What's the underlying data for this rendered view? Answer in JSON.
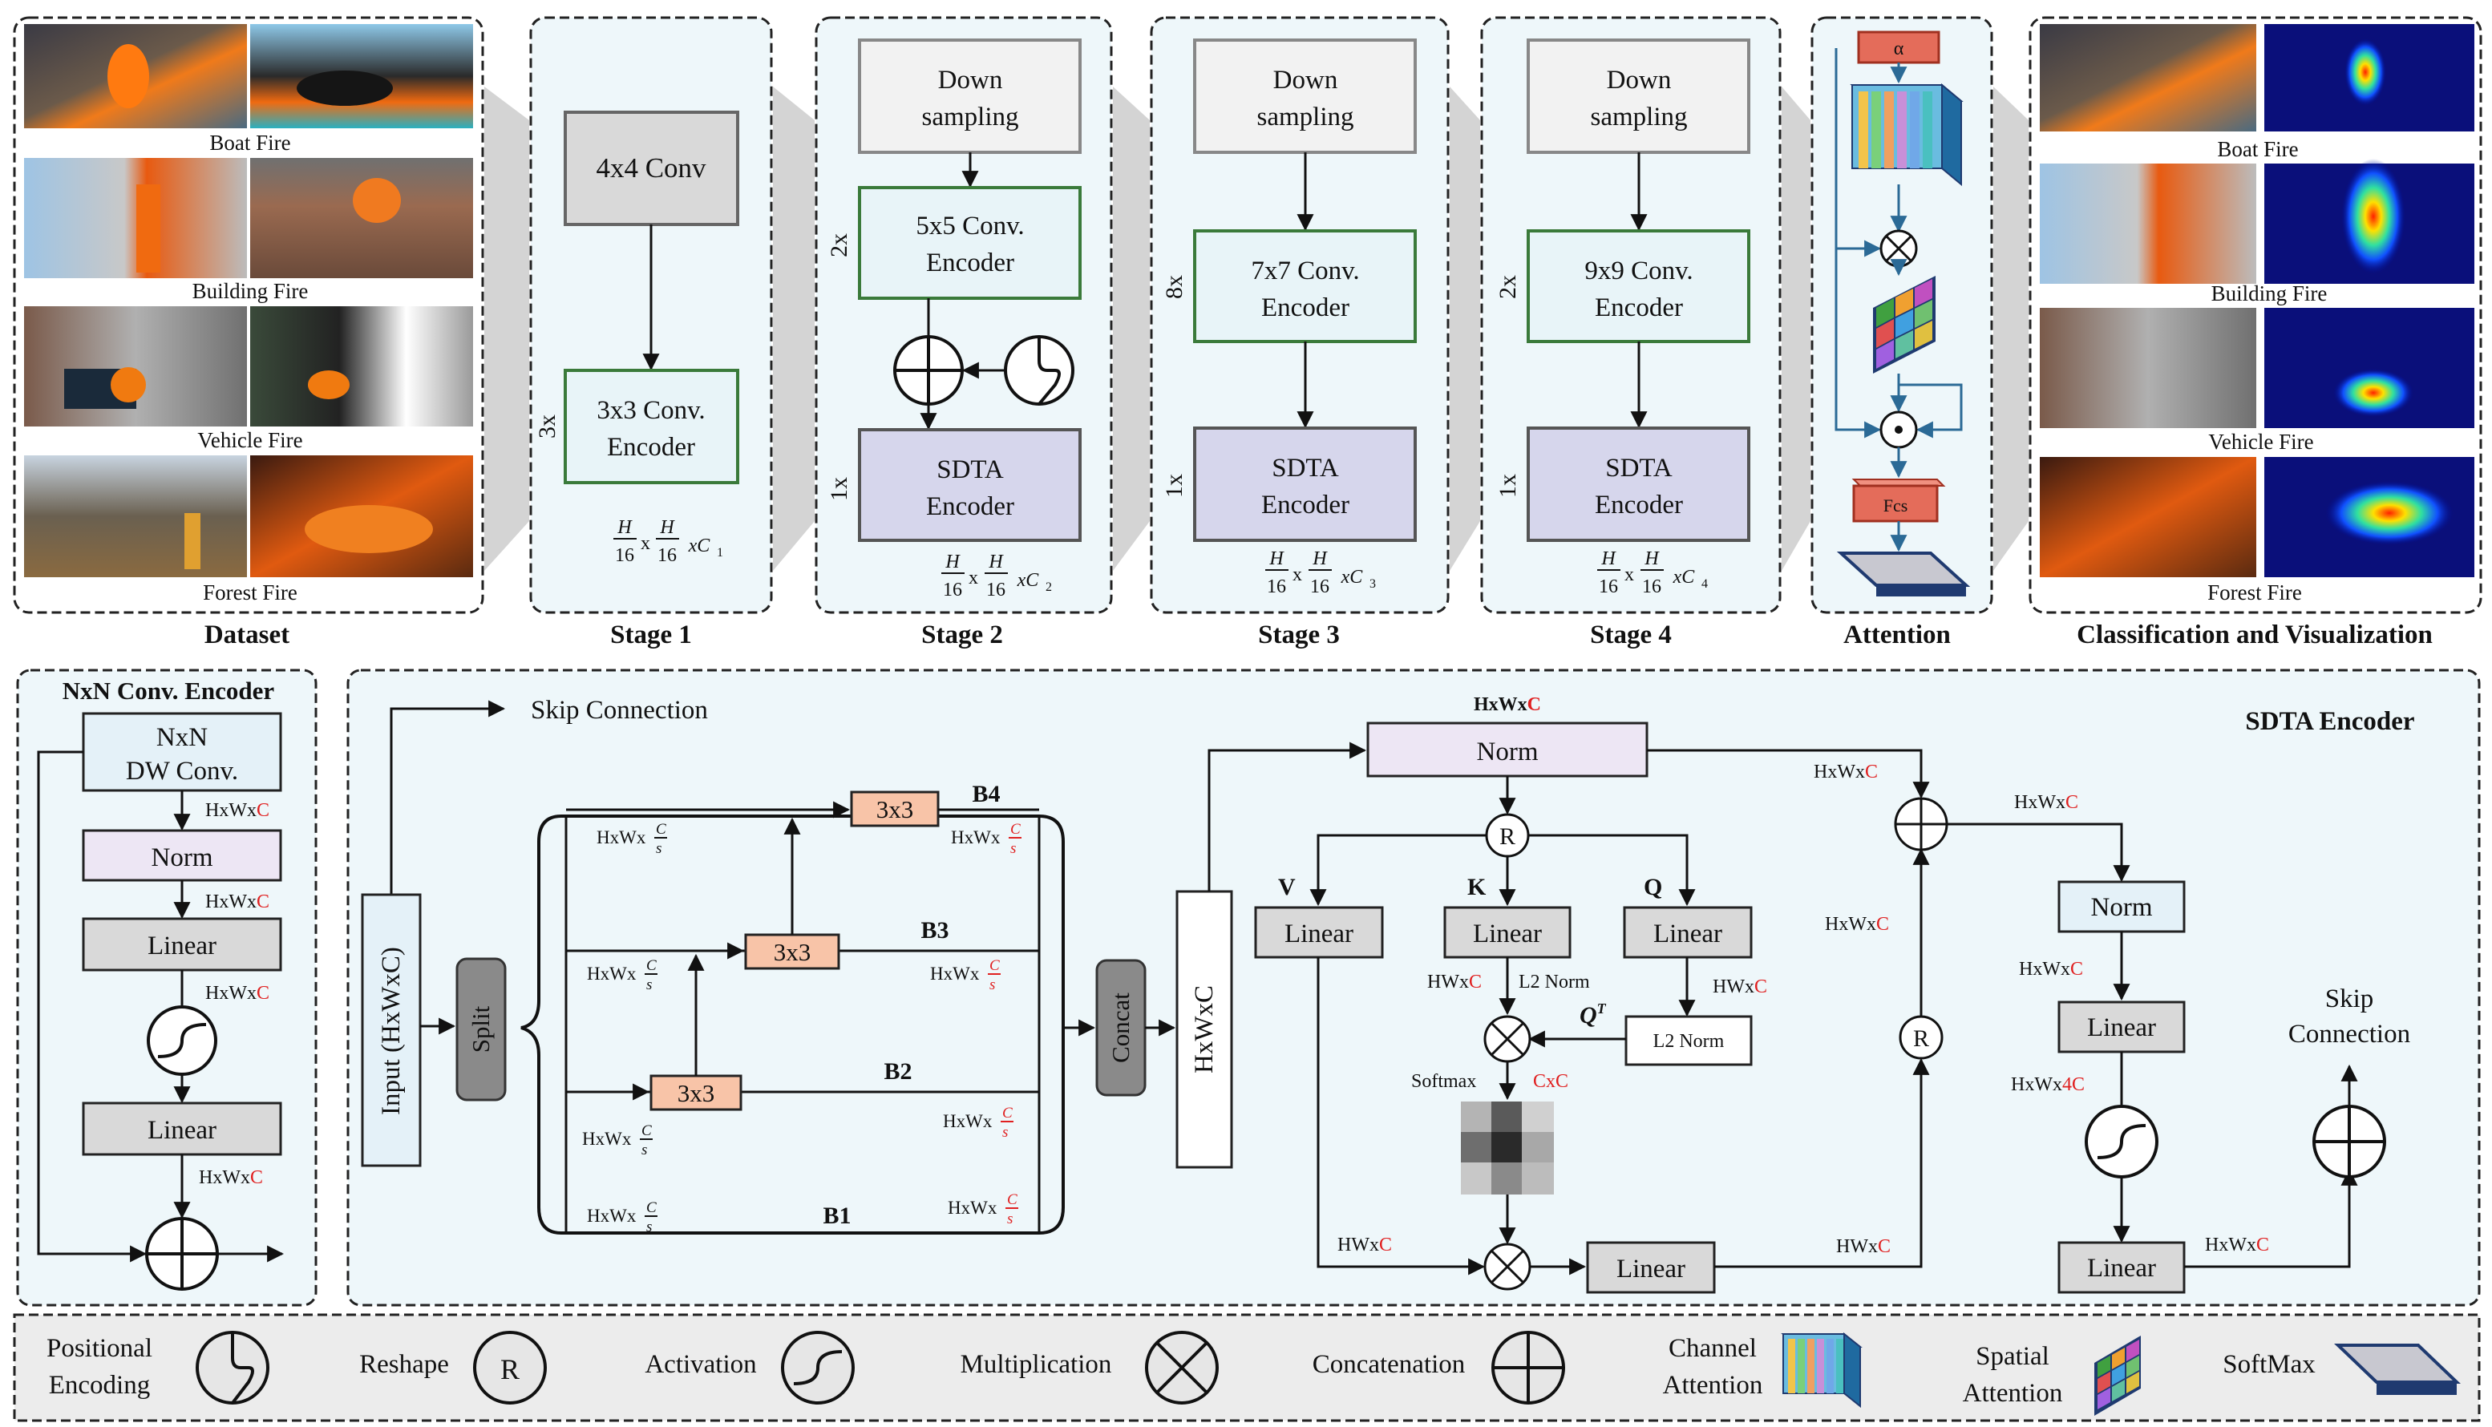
{
  "dataset": {
    "title": "Dataset",
    "items": [
      {
        "label": "Boat Fire"
      },
      {
        "label": "Building Fire"
      },
      {
        "label": "Vehicle Fire"
      },
      {
        "label": "Forest Fire"
      }
    ]
  },
  "stage1": {
    "title": "Stage 1",
    "conv": "4x4 Conv",
    "enc_line1": "3x3 Conv.",
    "enc_line2": "Encoder",
    "repeat": "3x",
    "dim_sub": "1"
  },
  "stage2": {
    "title": "Stage 2",
    "down_line1": "Down",
    "down_line2": "sampling",
    "enc_line1": "5x5 Conv.",
    "enc_line2": "Encoder",
    "repeat_enc": "2x",
    "sdta_line1": "SDTA",
    "sdta_line2": "Encoder",
    "repeat_sdta": "1x",
    "dim_sub": "2"
  },
  "stage3": {
    "title": "Stage 3",
    "down_line1": "Down",
    "down_line2": "sampling",
    "enc_line1": "7x7 Conv.",
    "enc_line2": "Encoder",
    "repeat_enc": "8x",
    "sdta_line1": "SDTA",
    "sdta_line2": "Encoder",
    "repeat_sdta": "1x",
    "dim_sub": "3"
  },
  "stage4": {
    "title": "Stage 4",
    "down_line1": "Down",
    "down_line2": "sampling",
    "enc_line1": "9x9 Conv.",
    "enc_line2": "Encoder",
    "repeat_enc": "2x",
    "sdta_line1": "SDTA",
    "sdta_line2": "Encoder",
    "repeat_sdta": "1x",
    "dim_sub": "4"
  },
  "dim": {
    "h": "H",
    "den": "16",
    "x": "x",
    "xc": "xC"
  },
  "attention": {
    "title": "Attention",
    "alpha": "α",
    "fcs": "Fcs"
  },
  "classification": {
    "title": "Classification and Visualization",
    "items": [
      {
        "label": "Boat Fire"
      },
      {
        "label": "Building Fire"
      },
      {
        "label": "Vehicle Fire"
      },
      {
        "label": "Forest Fire"
      }
    ]
  },
  "nxn": {
    "title": "NxN Conv. Encoder",
    "dw_line1": "NxN",
    "dw_line2": "DW Conv.",
    "norm": "Norm",
    "linear1": "Linear",
    "linear2": "Linear",
    "hw_prefix": "HxWx",
    "c": "C"
  },
  "sdta": {
    "title": "SDTA Encoder",
    "skip_top": "Skip Connection",
    "input": "Input (HxWxC)",
    "split": "Split",
    "concat": "Concat",
    "hwc_box": "HxWxC",
    "conv3": "3x3",
    "b1": "B1",
    "b2": "B2",
    "b3": "B3",
    "b4": "B4",
    "hw_prefix": "HxWx",
    "frac_num": "C",
    "frac_den": "s",
    "norm_top": "Norm",
    "norm_top_hdr_prefix": "HxWx",
    "norm_top_hdr_c": "C",
    "reshape": "R",
    "v": "V",
    "k": "K",
    "q": "Q",
    "linear": "Linear",
    "hw_label": "HWx",
    "c": "C",
    "l2norm_k": "L2 Norm",
    "l2norm_q": "L2 Norm",
    "qt": "Q",
    "qt_sup": "T",
    "softmax": "Softmax",
    "cxc": "CxC",
    "norm_right": "Norm",
    "hw4c_prefix": "HxWx",
    "hw4c_c": "4C",
    "skip_right_line1": "Skip",
    "skip_right_line2": "Connection"
  },
  "legend": {
    "pos_line1": "Positional",
    "pos_line2": "Encoding",
    "reshape": "Reshape",
    "reshape_symbol": "R",
    "activation": "Activation",
    "multiplication": "Multiplication",
    "concatenation": "Concatenation",
    "channel_line1": "Channel",
    "channel_line2": "Attention",
    "spatial_line1": "Spatial",
    "spatial_line2": "Attention",
    "softmax": "SoftMax"
  },
  "colors": {
    "panel_bg": "#eef7fa",
    "down_bg": "#f2f2f2",
    "conv_bg": "#d9d9d9",
    "enc_bg": "#e8f4f8",
    "enc_border": "#3a7a3a",
    "sdta_bg": "#d6d6ec",
    "norm_bg": "#ede6f4",
    "salmon": "#f8c4a8",
    "red_box": "#e46c5a",
    "red_text": "#e02020",
    "blue_arrow": "#2b6a96",
    "navy": "#1f3a70"
  }
}
